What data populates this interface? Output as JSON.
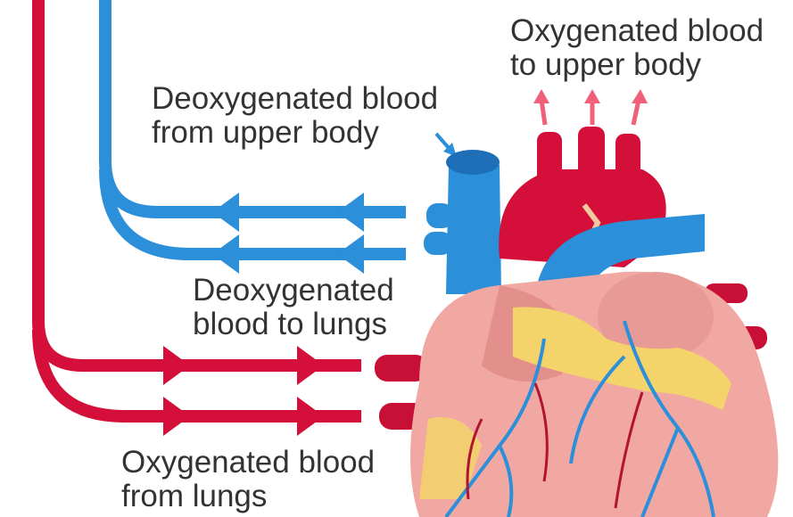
{
  "labels": {
    "oxygenated_upper": {
      "line1": "Oxygenated blood",
      "line2": "to upper body"
    },
    "deoxygenated_upper": {
      "line1": "Deoxygenated blood",
      "line2": "from upper body"
    },
    "deoxygenated_lungs": {
      "line1": "Deoxygenated",
      "line2": "blood to lungs"
    },
    "oxygenated_lungs": {
      "line1": "Oxygenated blood",
      "line2": "from lungs"
    }
  },
  "colors": {
    "oxygenated": "#d4103a",
    "deoxygenated": "#2b8fd9",
    "arrow_pink": "#f0607a",
    "heart_muscle": "#f2a8a2",
    "fat": "#f3d36a",
    "text": "#333333"
  }
}
